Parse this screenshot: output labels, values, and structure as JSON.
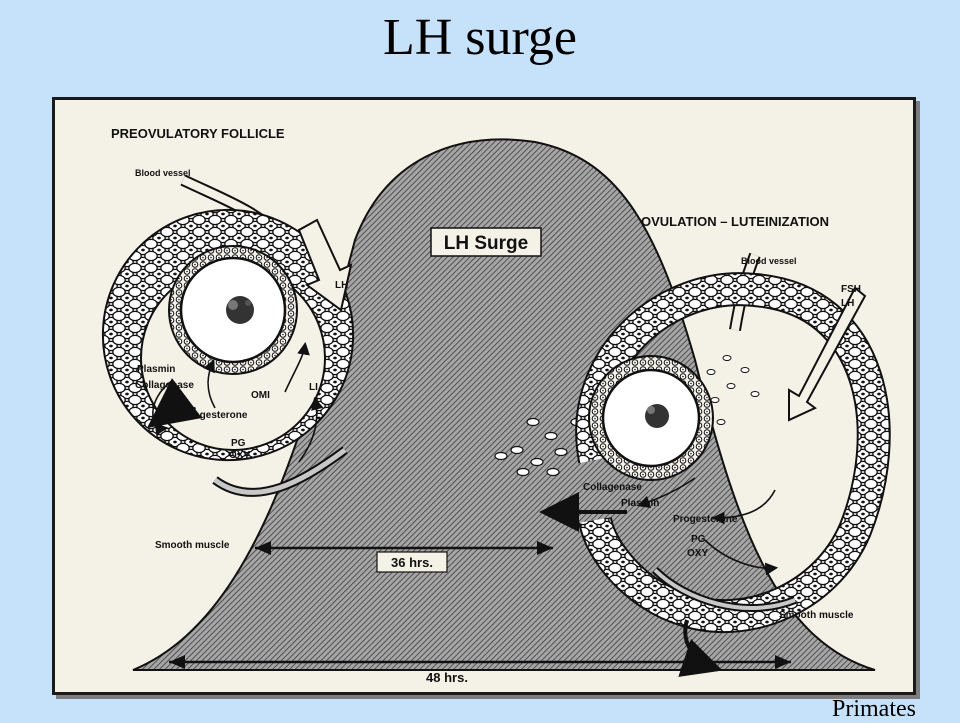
{
  "slide": {
    "title": "LH surge",
    "caption": "Primates"
  },
  "figure": {
    "surge_label": "LH Surge",
    "left_panel": {
      "heading": "PREOVULATORY FOLLICLE",
      "blood_vessel": "Blood vessel",
      "lh": "LH",
      "plasmin": "Plasmin",
      "collagenase": "Collagenase",
      "omi": "OMI",
      "li": "LI",
      "progesterone": "Progesterone",
      "pg": "PG",
      "oxy": "OXY",
      "smooth_muscle": "Smooth muscle"
    },
    "right_panel": {
      "heading": "OVULATION – LUTEINIZATION",
      "blood_vessel": "Blood vessel",
      "fsh": "FSH",
      "lh": "LH",
      "collagenase": "Collagenase",
      "plasmin": "Plasmin",
      "progesterone": "Progesterone",
      "pg": "PG",
      "oxy": "OXY",
      "smooth_muscle": "Smooth muscle"
    },
    "timing": {
      "short_interval": "36 hrs.",
      "long_interval": "48 hrs."
    },
    "colors": {
      "background": "#c6e2fb",
      "paper": "#f4f1e6",
      "ink": "#111111",
      "hatch_fill": "#8a8a8a"
    }
  }
}
